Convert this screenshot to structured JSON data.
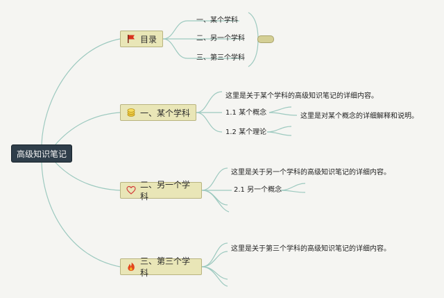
{
  "root": {
    "label": "高级知识笔记"
  },
  "toc": {
    "label": "目录",
    "icon": "red-flag-icon",
    "items": [
      "一、某个学科",
      "二、另一个学科",
      "三、第三个学科"
    ]
  },
  "section1": {
    "label": "一、某个学科",
    "icon": "coin-icon",
    "detail": "这里是关于某个学科的高级知识笔记的详细内容。",
    "concept": "1.1 某个概念",
    "concept_note": "这里是对某个概念的详细解释和说明。",
    "theory": "1.2 某个理论"
  },
  "section2": {
    "label": "二、另一个学科",
    "icon": "heart-outline-icon",
    "detail": "这里是关于另一个学科的高级知识笔记的详细内容。",
    "concept": "2.1 另一个概念"
  },
  "section3": {
    "label": "三、第三个学科",
    "icon": "flame-icon",
    "detail": "这里是关于第三个学科的高级知识笔记的详细内容。"
  },
  "colors": {
    "branch_line": "#9cc9bf",
    "node_fill": "#e9e6b7",
    "root_fill": "#2f3e4a",
    "background": "#f5f5f2"
  }
}
